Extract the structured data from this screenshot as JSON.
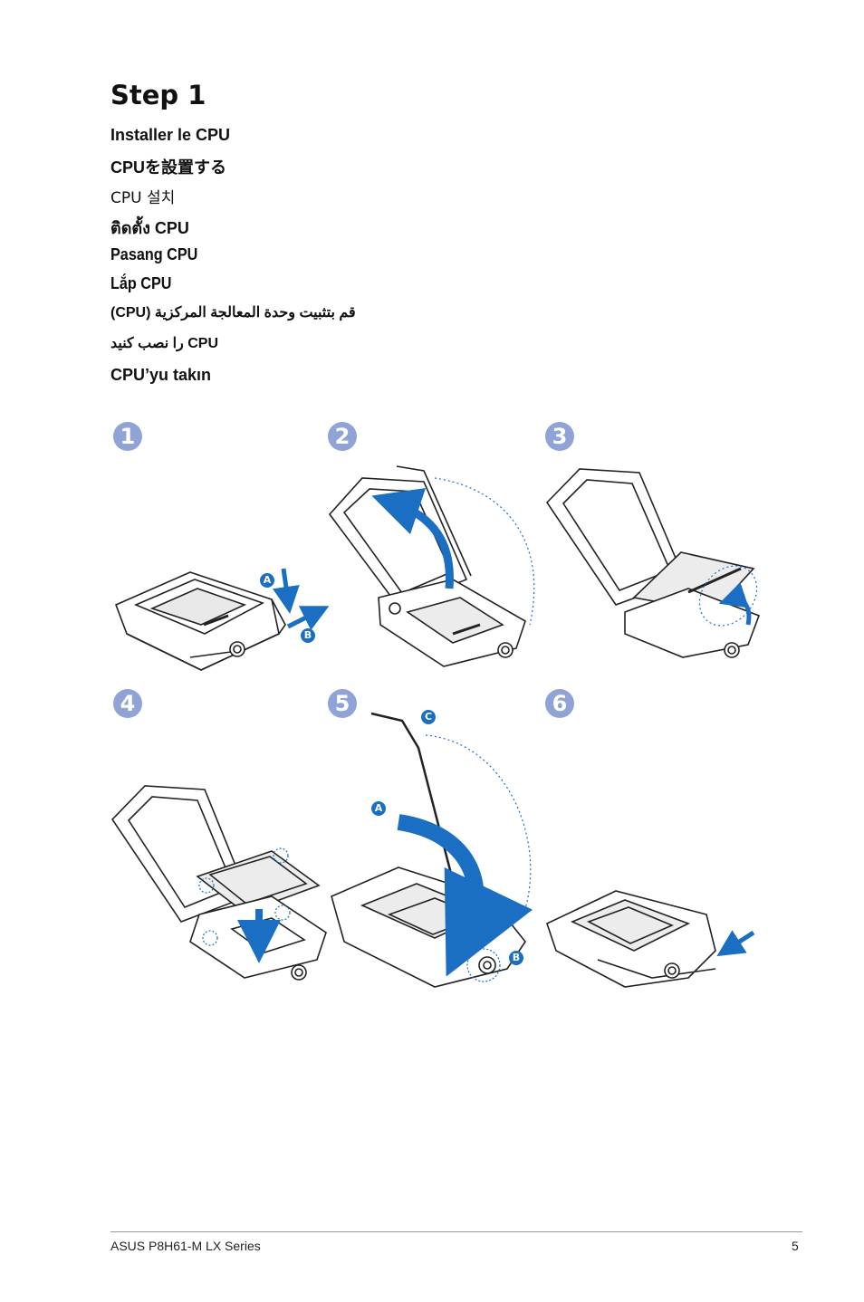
{
  "title": "Step 1",
  "languages": [
    "Installer le CPU",
    "CPUを設置する",
    "CPU 설치",
    "ติดตั้ง CPU",
    "Pasang CPU",
    "Lắp CPU",
    "قم بتثبيت وحدة المعالجة المركزية (CPU)",
    "CPU را نصب کنید",
    "CPU’yu takın"
  ],
  "steps": [
    "1",
    "2",
    "3",
    "4",
    "5",
    "6"
  ],
  "callouts": {
    "a1": "A",
    "b1": "B",
    "a5": "A",
    "b5": "B",
    "c5": "C"
  },
  "colors": {
    "accent_blue": "#1b6fc2",
    "step_badge": "#8fa3d6",
    "line": "#222222"
  },
  "footer": {
    "left": "ASUS P8H61-M LX Series",
    "right": "5"
  }
}
